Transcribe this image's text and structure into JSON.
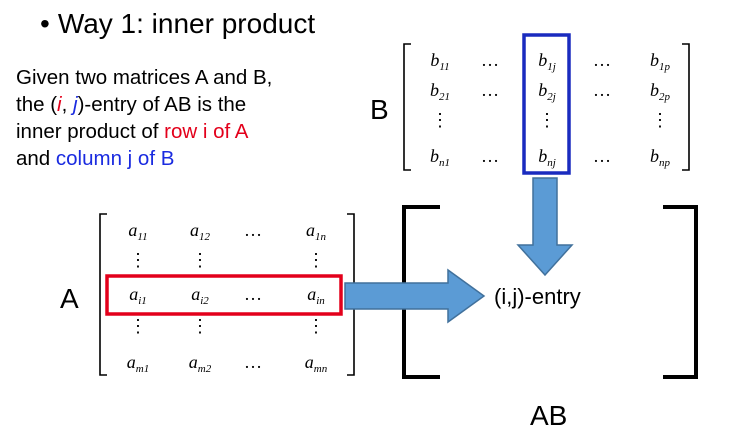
{
  "title": {
    "bullet": "•",
    "text": "Way 1: inner product"
  },
  "description": {
    "line1": "Given two matrices A and B,",
    "line2_pre": "the (",
    "line2_i": "i",
    "line2_comma": ", ",
    "line2_j": "j",
    "line2_post": ")-entry of AB is the",
    "line3_pre": "inner product of ",
    "line3_row": "row i of A",
    "line4_pre": "and ",
    "line4_col": "column j of B"
  },
  "matrices": {
    "a_label": "A",
    "b_label": "B",
    "ab_label": "AB",
    "entry_label": "(i,j)-entry"
  },
  "matrix_b": {
    "rows": [
      [
        [
          "b",
          "11"
        ],
        [
          "…",
          ""
        ],
        [
          "b",
          "1j"
        ],
        [
          "…",
          ""
        ],
        [
          "b",
          "1p"
        ]
      ],
      [
        [
          "b",
          "21"
        ],
        [
          "…",
          ""
        ],
        [
          "b",
          "2j"
        ],
        [
          "…",
          ""
        ],
        [
          "b",
          "2p"
        ]
      ],
      [
        [
          "⋮",
          ""
        ],
        [
          "",
          ""
        ],
        [
          "⋮",
          ""
        ],
        [
          "",
          ""
        ],
        [
          "⋮",
          ""
        ]
      ],
      [
        [
          "b",
          "n1"
        ],
        [
          "…",
          ""
        ],
        [
          "b",
          "nj"
        ],
        [
          "…",
          ""
        ],
        [
          "b",
          "np"
        ]
      ]
    ]
  },
  "matrix_a": {
    "rows": [
      [
        [
          "a",
          "11"
        ],
        [
          "a",
          "12"
        ],
        [
          "…",
          ""
        ],
        [
          "a",
          "1n"
        ]
      ],
      [
        [
          "⋮",
          ""
        ],
        [
          "⋮",
          ""
        ],
        [
          "",
          ""
        ],
        [
          "⋮",
          ""
        ]
      ],
      [
        [
          "a",
          "i1"
        ],
        [
          "a",
          "i2"
        ],
        [
          "…",
          ""
        ],
        [
          "a",
          "in"
        ]
      ],
      [
        [
          "⋮",
          ""
        ],
        [
          "⋮",
          ""
        ],
        [
          "",
          ""
        ],
        [
          "⋮",
          ""
        ]
      ],
      [
        [
          "a",
          "m1"
        ],
        [
          "a",
          "m2"
        ],
        [
          "…",
          ""
        ],
        [
          "a",
          "mn"
        ]
      ]
    ]
  },
  "colors": {
    "row_highlight": "#e3001b",
    "column_highlight": "#1a2bbf",
    "arrow_fill": "#5b9bd5",
    "arrow_stroke": "#41719c",
    "red_text": "#e3001b",
    "blue_text": "#1a2be0"
  }
}
